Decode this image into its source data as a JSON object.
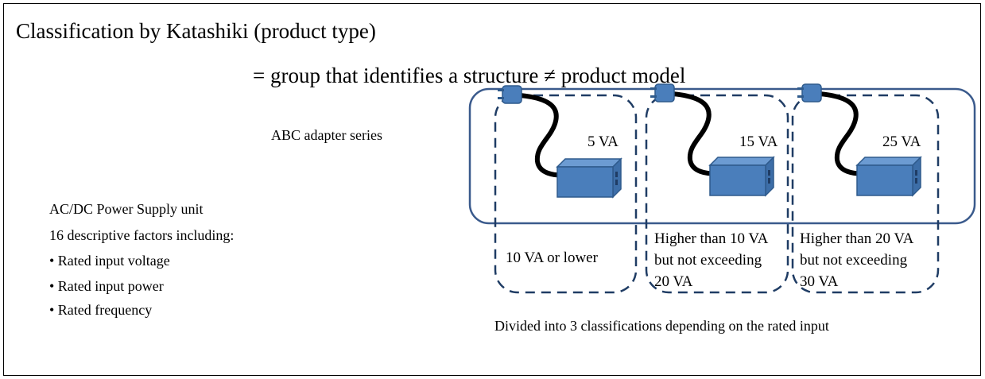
{
  "title": "Classification by Katashiki (product type)",
  "subtitle": "= group that identifies a structure ≠ product model",
  "series_label": "ABC adapter series",
  "unit": {
    "title": "AC/DC Power Supply unit",
    "factors": "16 descriptive factors including:",
    "bullets": [
      "• Rated input voltage",
      "• Rated input power",
      "• Rated frequency"
    ]
  },
  "products": [
    {
      "va": "5 VA",
      "classification_lines": [
        "10 VA or lower"
      ]
    },
    {
      "va": "15 VA",
      "classification_lines": [
        "Higher than 10 VA",
        "but not exceeding",
        "20 VA"
      ]
    },
    {
      "va": "25 VA",
      "classification_lines": [
        "Higher than 20 VA",
        "but not exceeding",
        "30 VA"
      ]
    }
  ],
  "footnote": "Divided into 3 classifications depending on the rated input",
  "colors": {
    "frame": "#000000",
    "group_outline": "#3a5a8c",
    "dashed_outline": "#1f3c64",
    "adapter_body": "#4a7ebb",
    "adapter_edge": "#2e5a8c",
    "cable": "#000000"
  },
  "icons": [
    "power-adapter-icon",
    "power-adapter-icon",
    "power-adapter-icon"
  ]
}
